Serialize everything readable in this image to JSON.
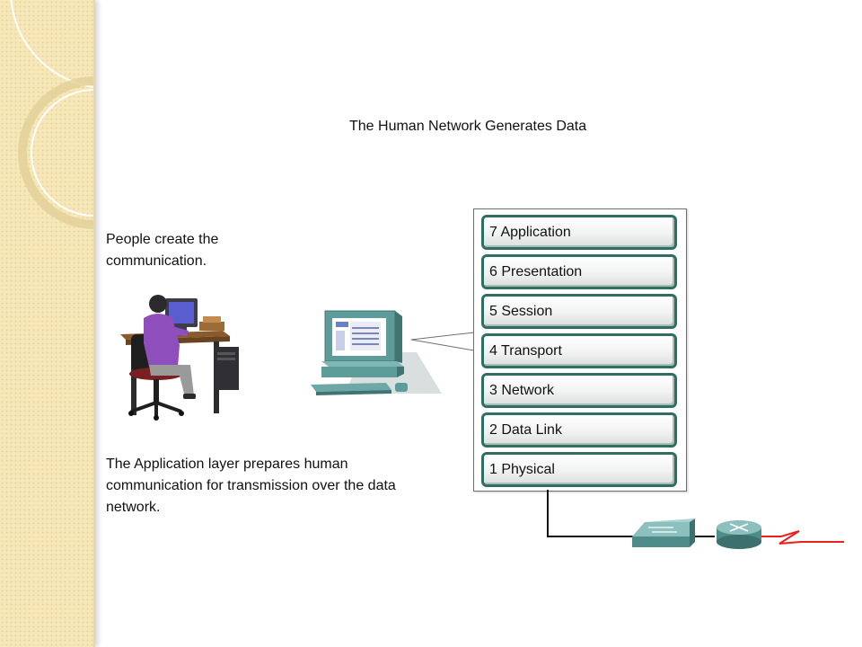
{
  "title": "The Human Network Generates Data",
  "captions": {
    "top": "People create the communication.",
    "bottom": "The Application layer prepares human communication for transmission over the data network."
  },
  "osi_layers": [
    "7 Application",
    "6 Presentation",
    "5 Session",
    "4 Transport",
    "3 Network",
    "2 Data Link",
    "1 Physical"
  ],
  "icons": {
    "person": "person-at-computer-icon",
    "computer": "desktop-computer-icon",
    "switch": "network-switch-icon",
    "router": "router-icon",
    "serial_link": "serial-link-icon"
  },
  "colors": {
    "layer_border": "#2f6e62",
    "device_teal": "#5e9c9a",
    "serial_link": "#e8201e",
    "side_band": "#f6e7b8"
  }
}
